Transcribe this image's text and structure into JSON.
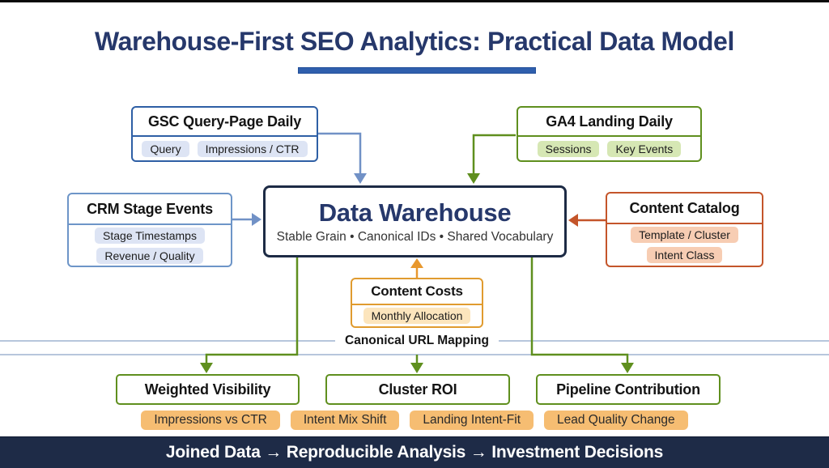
{
  "title": "Warehouse-First SEO Analytics: Practical Data Model",
  "sources": {
    "gsc": {
      "title": "GSC Query-Page Daily",
      "tags": [
        "Query",
        "Impressions / CTR"
      ]
    },
    "ga4": {
      "title": "GA4 Landing Daily",
      "tags": [
        "Sessions",
        "Key Events"
      ]
    },
    "crm": {
      "title": "CRM Stage Events",
      "tags": [
        "Stage Timestamps",
        "Revenue / Quality"
      ]
    },
    "catalog": {
      "title": "Content Catalog",
      "tags": [
        "Template / Cluster",
        "Intent Class"
      ]
    },
    "costs": {
      "title": "Content Costs",
      "tags": [
        "Monthly Allocation"
      ]
    }
  },
  "warehouse": {
    "title": "Data Warehouse",
    "subtitle": "Stable Grain • Canonical IDs • Shared Vocabulary"
  },
  "mapping_label": "Canonical URL Mapping",
  "outputs": [
    {
      "title": "Weighted Visibility"
    },
    {
      "title": "Cluster ROI"
    },
    {
      "title": "Pipeline Contribution"
    }
  ],
  "metrics": [
    "Impressions vs CTR",
    "Intent Mix Shift",
    "Landing Intent-Fit",
    "Lead Quality Change"
  ],
  "footer": "Joined Data → Reproducible Analysis → Investment Decisions",
  "colors": {
    "brand_navy": "#26386b",
    "underline_blue": "#2f5fad",
    "gsc_blue": "#2e5fa5",
    "crm_blue": "#6d95c8",
    "connector_blue": "#7191c6",
    "green": "#5f8f1e",
    "catalog_orange": "#c4552a",
    "costs_amber": "#e09b2f",
    "metric_pill": "#f6bd72",
    "rule_lines": "#b7c6dc",
    "footer_bg": "#1e2b47"
  }
}
